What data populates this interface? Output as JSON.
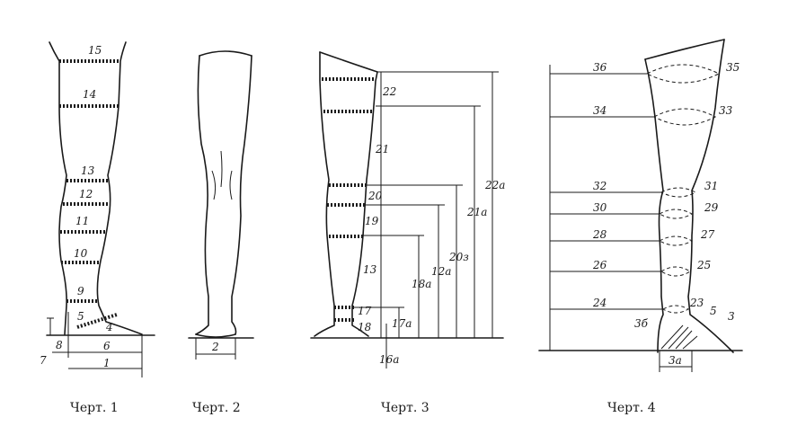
{
  "captions": [
    "Черт. 1",
    "Черт. 2",
    "Черт. 3",
    "Черт. 4"
  ],
  "fig1": {
    "labels": [
      "15",
      "14",
      "13",
      "12",
      "11",
      "10",
      "9",
      "5",
      "4",
      "7",
      "8",
      "6",
      "1"
    ]
  },
  "fig2": {
    "labels": [
      "2"
    ]
  },
  "fig3": {
    "labels": [
      "22",
      "21",
      "20",
      "19",
      "13",
      "17",
      "18",
      "16а",
      "17а",
      "18а",
      "12а",
      "20з",
      "21а",
      "22а"
    ]
  },
  "fig4": {
    "labels": [
      "36",
      "35",
      "34",
      "33",
      "32",
      "31",
      "30",
      "29",
      "28",
      "27",
      "26",
      "25",
      "24",
      "23",
      "5",
      "3",
      "3б",
      "3а"
    ]
  }
}
